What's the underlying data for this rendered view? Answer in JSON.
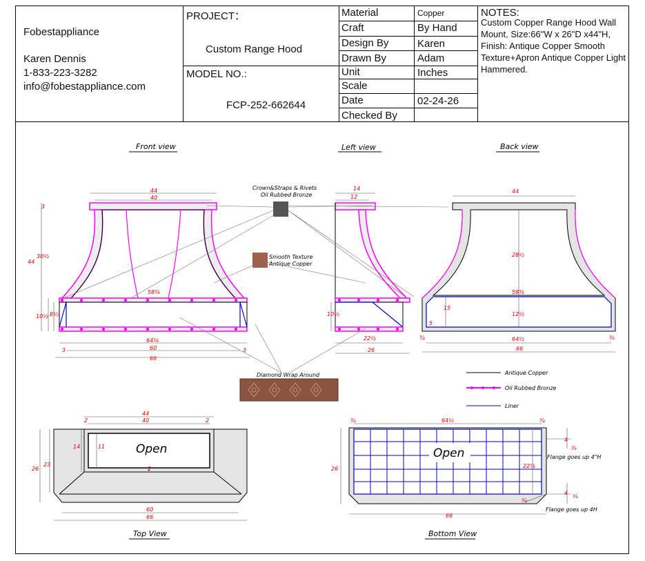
{
  "title_block": {
    "company": "Fobestappliance",
    "contact_name": "Karen Dennis",
    "phone": "1-833-223-3282",
    "email": "info@fobestappliance.com",
    "project_label": "PROJECT：",
    "project_value": "Custom Range Hood",
    "model_label": "MODEL NO.:",
    "model_value": "FCP-252-662644",
    "info": [
      {
        "key": "Material",
        "value": "Copper"
      },
      {
        "key": "Craft",
        "value": "By Hand"
      },
      {
        "key": "Design By",
        "value": "Karen"
      },
      {
        "key": "Drawn By",
        "value": "Adam"
      },
      {
        "key": "Unit",
        "value": "Inches"
      },
      {
        "key": "Scale",
        "value": ""
      },
      {
        "key": "Date",
        "value": "02-24-26"
      },
      {
        "key": "Checked By",
        "value": ""
      }
    ],
    "notes_title": "NOTES:",
    "notes_text": "Custom Copper Range Hood Wall Mount, Size:66\"W x 26\"D x44\"H, Finish: Antique Copper Smooth Texture+Apron Antique Copper Light Hammered."
  },
  "views": {
    "front": "Front view",
    "left": "Left view",
    "back": "Back view",
    "top": "Top View",
    "bottom": "Bottom View"
  },
  "callouts": {
    "crown_line1": "Crown&Straps & Rivets",
    "crown_line2": "Oil Rubbed Bronze",
    "smooth_line1": "Smooth Texture",
    "smooth_line2": "Antique Copper",
    "diamond": "Diamond Wrap Around",
    "flange_top": "Flange goes up 4\"H",
    "flange_bottom": "Flange goes up 4H",
    "open": "Open"
  },
  "legend": [
    {
      "label": "Antique Copper",
      "color": "#000000"
    },
    {
      "label": "Oil Rubbed Bronze",
      "color": "#ff00ff"
    },
    {
      "label": "Liner",
      "color": "#0000cc"
    }
  ],
  "dims": {
    "f44": "44",
    "f40": "40",
    "f3": "3",
    "f30h": "30½",
    "f44h": "44",
    "f10h": "10½",
    "f8h": "8½",
    "f58": "58⅜",
    "f64": "64⅜",
    "f60": "60",
    "f66": "66",
    "f3b": "3",
    "f3c": "3",
    "l14": "14",
    "l12": "12",
    "l10": "10½",
    "l22": "22½",
    "l26": "26",
    "b44": "44",
    "b28": "28½",
    "b58": "58⅜",
    "b15": "15",
    "b12": "12½",
    "b5": "5",
    "b64": "64½",
    "b66": "66",
    "b34a": "¾",
    "b34b": "¾",
    "t44": "44",
    "t40": "40",
    "t2a": "2",
    "t2b": "2",
    "t14": "14",
    "t11": "11",
    "t26": "26",
    "t23": "23",
    "t2c": "2",
    "t60": "60",
    "t66": "66",
    "bo34a": "¾",
    "bo64": "64½",
    "bo34b": "¾",
    "bo26": "26",
    "bo22": "22⅞",
    "bo4a": "4",
    "bo34c": "¾",
    "bo4b": "4",
    "bo38a": "⅜",
    "bo38b": "⅜",
    "bo66": "66"
  },
  "colors": {
    "magenta": "#ff00ff",
    "liner": "#0000cc",
    "dimension": "#dd0000",
    "crown_swatch": "#555555",
    "copper_swatch": "#a0604a"
  }
}
